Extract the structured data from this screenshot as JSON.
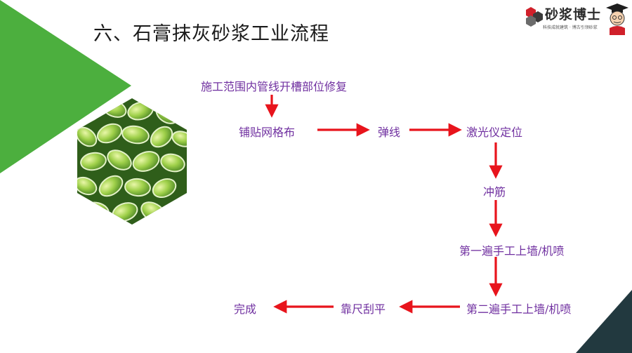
{
  "title": "六、石膏抹灰砂浆工业流程",
  "logo": {
    "name": "砂浆博士",
    "slogan": "科技成就建筑 · 博古引领砂浆"
  },
  "colors": {
    "accent_green": "#4caf3e",
    "dark_corner": "#22393f",
    "arrow_red": "#e8141c",
    "step_text": "#7030a0"
  },
  "image": {
    "name": "green-succulent-leaves-photo"
  },
  "steps": [
    {
      "label": "施工范围内管线开槽部位修复"
    },
    {
      "label": "铺贴网格布"
    },
    {
      "label": "弹线"
    },
    {
      "label": "激光仪定位"
    },
    {
      "label": "冲筋"
    },
    {
      "label": "第一遍手工上墙/机喷"
    },
    {
      "label": "第二遍手工上墙/机喷"
    },
    {
      "label": "靠尺刮平"
    },
    {
      "label": "完成"
    }
  ]
}
